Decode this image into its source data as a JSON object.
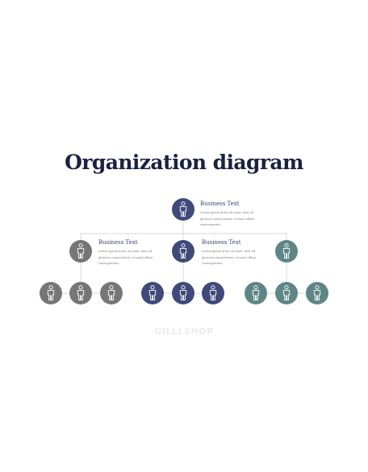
{
  "title": "Organization diagram",
  "colors": {
    "navy": "#3f4a7a",
    "gray": "#767676",
    "teal": "#5f8687",
    "line": "#c8c8c8",
    "title": "#1b2140",
    "caption_head": "#3b4474"
  },
  "nodes": {
    "icon": "person-icon",
    "top": {
      "caption": {
        "heading": "Business Text",
        "body": "Lorem ipsum dolor sit amet, mea ad\nglorious consectetuer, et nam tollens\nconsequuntur."
      }
    },
    "left": {
      "caption": {
        "heading": "Business Text",
        "body": "Lorem ipsum dolor sit amet, mea ad\nglorious consectetuer, et nam tollens\nconsequuntur."
      }
    },
    "middle": {
      "caption": {
        "heading": "Business Text",
        "body": "Lorem ipsum dolor sit amet, mea ad\nglorious consectetuer, et nam tollens\nconsequuntur."
      }
    }
  },
  "watermark": "GILLLSHOP"
}
